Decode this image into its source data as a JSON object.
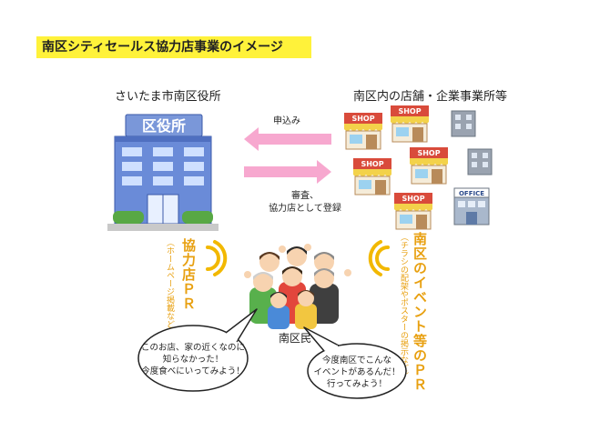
{
  "title": "南区シティセールス協力店事業のイメージ",
  "ward_office": {
    "label": "さいたま市南区役所",
    "sign": "区役所"
  },
  "shops": {
    "label": "南区内の店舗・企業事業所等",
    "shop_sign": "SHOP",
    "office_sign": "OFFICE"
  },
  "arrows": {
    "apply": "申込み",
    "review_line1": "審査、",
    "review_line2": "協力店として登録"
  },
  "left_pr": {
    "main": "協力店ＰＲ",
    "sub": "（ホームページ掲載など）"
  },
  "right_pr": {
    "main": "南区のイベント等のＰＲ",
    "sub": "（チラシの配架やポスターの掲示など）"
  },
  "residents": {
    "label": "南区民"
  },
  "bubble_left": {
    "line1": "このお店、家の近くなのに",
    "line2": "知らなかった！",
    "line3": "今度食べにいってみよう！"
  },
  "bubble_right": {
    "line1": "今度南区でこんな",
    "line2": "イベントがあるんだ！",
    "line3": "行ってみよう！"
  },
  "colors": {
    "title_bg": "#fff23a",
    "arrow": "#f7a8cf",
    "pr_text": "#e8a010",
    "waves": "#f2b800",
    "building": "#6a8bd8",
    "shop_awning": "#d94b3b"
  }
}
